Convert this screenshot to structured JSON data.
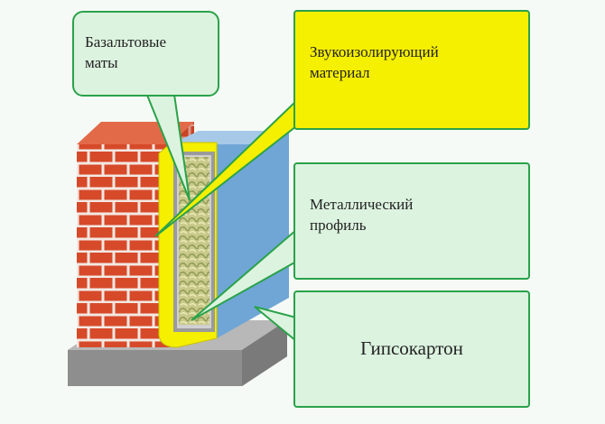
{
  "labels": {
    "basalt_line1": "Базальтовые",
    "basalt_line2": "маты",
    "sound_line1": "Звукоизолирующий",
    "sound_line2": "материал",
    "profile_line1": "Металлический",
    "profile_line2": "профиль",
    "gypsum": "Гипсокартон"
  },
  "colors": {
    "brick": "#d64a2a",
    "mortar": "#f2e6e0",
    "insulation_yellow": "#f5ef00",
    "drywall_blue": "#6fa6d6",
    "callout_border": "#2aa24a",
    "callout_fill": "#dcf3df",
    "floor_slab": "#9a9a9a"
  }
}
